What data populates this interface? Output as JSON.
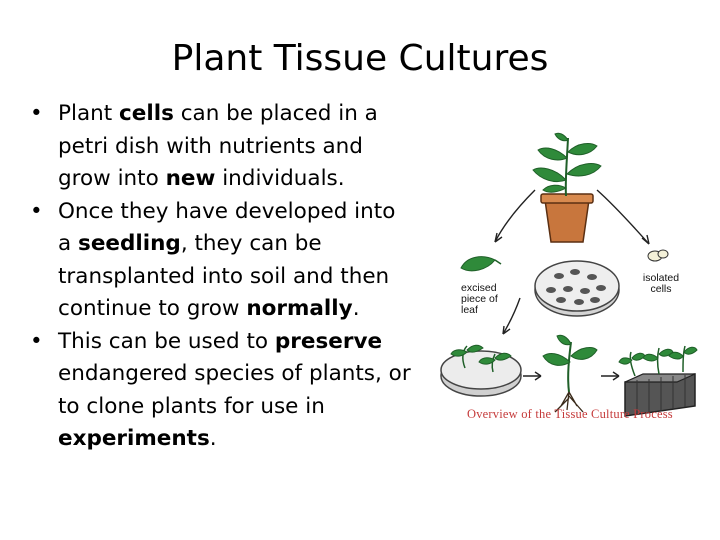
{
  "slide": {
    "title": "Plant Tissue Cultures",
    "bullets": [
      {
        "bullet": "•",
        "parts": [
          {
            "text": "Plant ",
            "bold": false
          },
          {
            "text": "cells",
            "bold": true
          },
          {
            "text": " can be placed in a petri dish with nutrients and grow into ",
            "bold": false
          },
          {
            "text": "new",
            "bold": true
          },
          {
            "text": " individuals.",
            "bold": false
          }
        ]
      },
      {
        "bullet": "•",
        "parts": [
          {
            "text": "Once they have developed into a ",
            "bold": false
          },
          {
            "text": "seedling",
            "bold": true
          },
          {
            "text": ", they can be transplanted into soil and then continue to grow ",
            "bold": false
          },
          {
            "text": "normally",
            "bold": true
          },
          {
            "text": ".",
            "bold": false
          }
        ]
      },
      {
        "bullet": "•",
        "parts": [
          {
            "text": "This can be used to ",
            "bold": false
          },
          {
            "text": "preserve",
            "bold": true
          },
          {
            "text": " endangered species of plants, or to clone plants for use in ",
            "bold": false
          },
          {
            "text": "experiments",
            "bold": true
          },
          {
            "text": ".",
            "bold": false
          }
        ]
      }
    ]
  },
  "figure": {
    "label_excised": "excised piece of leaf",
    "label_isolated": "isolated cells",
    "caption": "Overview of the Tissue Culture Process"
  },
  "colors": {
    "caption": "#c53b3b",
    "leaf": "#2f8a3a",
    "leaf_dark": "#1f5f28",
    "pot": "#c8763d",
    "dish": "#e3e3e3"
  }
}
